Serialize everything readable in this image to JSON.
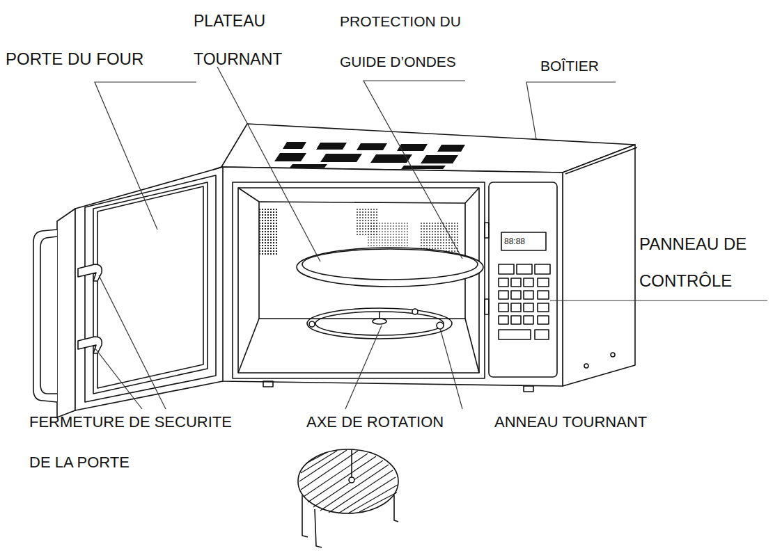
{
  "diagram": {
    "labels": [
      "PORTE DU FOUR",
      "PLATEAU TOURNANT",
      "PROTECTION DU GUIDE D’ONDES",
      "BOÎTIER",
      "88:88",
      "PANNEAU DE CONTRÔLE",
      "FERMETURE DE SECURITE DE LA PORTE",
      "AXE DE ROTATION",
      "ANNEAU TOURNANT"
    ]
  }
}
